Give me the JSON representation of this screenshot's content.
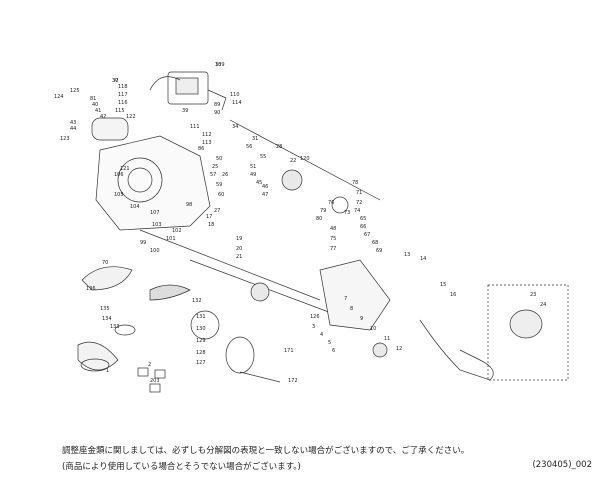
{
  "notes": {
    "line1": "調整座金類に関しましては、必ずしも分解図の表現と一致しない場合がございますので、ご了承ください。",
    "line2": "(商品により使用している場合とそうでない場合がございます。)"
  },
  "diagram_code": "(230405)_002",
  "part_labels": [
    "109",
    "37",
    "118",
    "117",
    "116",
    "115",
    "110",
    "114",
    "89",
    "90",
    "39",
    "125",
    "124",
    "81",
    "40",
    "41",
    "42",
    "43",
    "44",
    "111",
    "112",
    "113",
    "86",
    "122",
    "123",
    "34",
    "31",
    "28",
    "57",
    "59",
    "60",
    "76",
    "79",
    "80",
    "56",
    "55",
    "25",
    "26",
    "27",
    "17",
    "18",
    "19",
    "20",
    "21",
    "22",
    "120",
    "121",
    "106",
    "105",
    "107",
    "104",
    "103",
    "102",
    "101",
    "100",
    "99",
    "98",
    "50",
    "51",
    "49",
    "45",
    "46",
    "47",
    "48",
    "75",
    "77",
    "78",
    "71",
    "72",
    "73",
    "74",
    "65",
    "66",
    "67",
    "68",
    "69",
    "70",
    "136",
    "135",
    "134",
    "133",
    "132",
    "131",
    "130",
    "129",
    "128",
    "127",
    "126",
    "3",
    "4",
    "5",
    "6",
    "7",
    "8",
    "9",
    "10",
    "11",
    "12",
    "13",
    "14",
    "15",
    "16",
    "23",
    "24",
    "1",
    "2",
    "203",
    "171",
    "172",
    "33",
    "30"
  ]
}
